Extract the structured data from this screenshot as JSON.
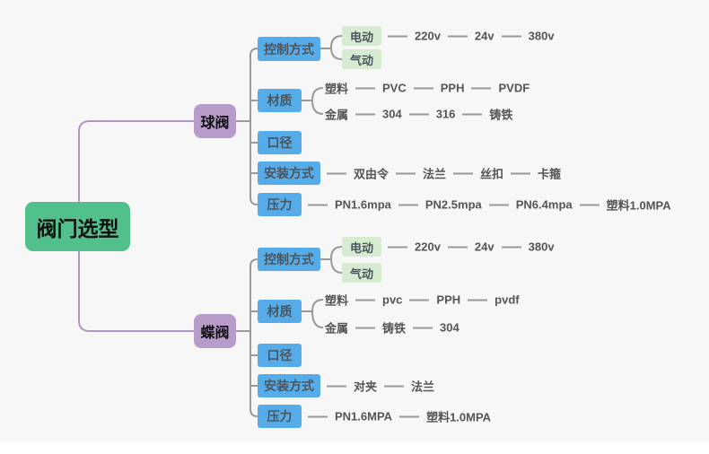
{
  "diagram": {
    "title": "阀门选型",
    "root": {
      "label": "阀门选型"
    },
    "branches": [
      {
        "label": "球阀",
        "topics": [
          {
            "label": "控制方式",
            "subtopics": [
              {
                "label": "电动",
                "chain": [
                  "220v",
                  "24v",
                  "380v"
                ]
              },
              {
                "label": "气动",
                "chain": []
              }
            ]
          },
          {
            "label": "材质",
            "subtopics": [
              {
                "label": "塑料",
                "chain": [
                  "PVC",
                  "PPH",
                  "PVDF"
                ]
              },
              {
                "label": "金属",
                "chain": [
                  "304",
                  "316",
                  "铸铁"
                ]
              }
            ]
          },
          {
            "label": "口径"
          },
          {
            "label": "安装方式",
            "chain": [
              "双由令",
              "法兰",
              "丝扣",
              "卡箍"
            ]
          },
          {
            "label": "压力",
            "chain": [
              "PN1.6mpa",
              "PN2.5mpa",
              "PN6.4mpa",
              "塑料1.0MPA"
            ]
          }
        ]
      },
      {
        "label": "蝶阀",
        "topics": [
          {
            "label": "控制方式",
            "subtopics": [
              {
                "label": "电动",
                "chain": [
                  "220v",
                  "24v",
                  "380v"
                ]
              },
              {
                "label": "气动",
                "chain": []
              }
            ]
          },
          {
            "label": "材质",
            "subtopics": [
              {
                "label": "塑料",
                "chain": [
                  "pvc",
                  "PPH",
                  "pvdf"
                ]
              },
              {
                "label": "金属",
                "chain": [
                  "铸铁",
                  "304"
                ]
              }
            ]
          },
          {
            "label": "口径"
          },
          {
            "label": "安装方式",
            "chain": [
              "对夹",
              "法兰"
            ]
          },
          {
            "label": "压力",
            "chain": [
              "PN1.6MPA",
              "塑料1.0MPA"
            ]
          }
        ]
      }
    ],
    "colors": {
      "background": "#f7f7f8",
      "root_bg": "#52c08a",
      "branch_bg": "#b69bcb",
      "topic_bg": "#55ace8",
      "subtopic_bg": "#d6ecd1",
      "connector": "#999999",
      "branch_connector": "#b195c5"
    }
  }
}
